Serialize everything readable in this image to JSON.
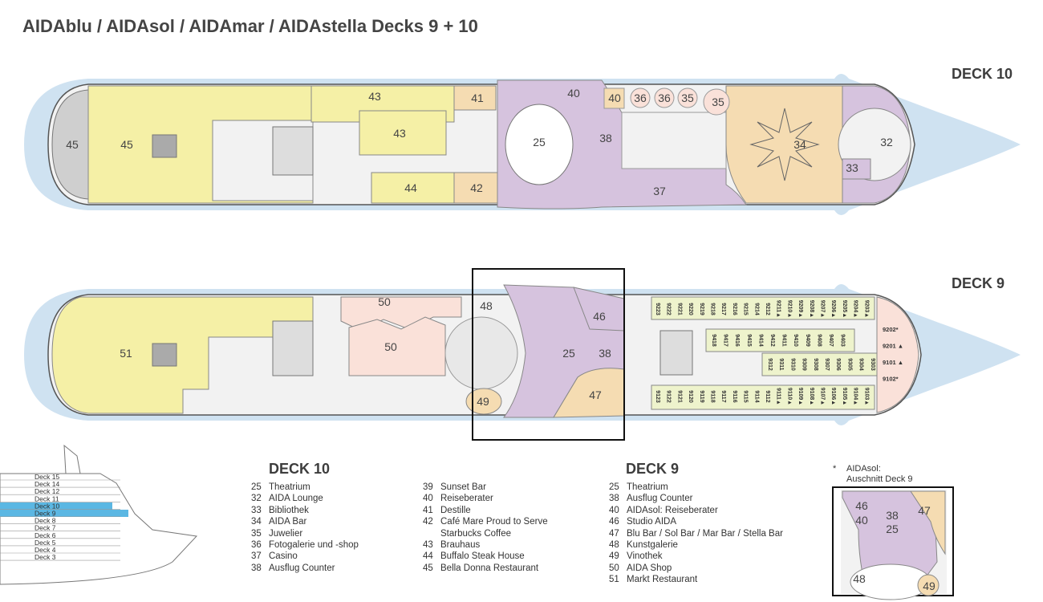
{
  "title": "AIDAblu / AIDAsol / AIDAmar / AIDAstella Decks 9 + 10",
  "decks": {
    "deck10": {
      "label": "DECK 10",
      "areas": [
        "45",
        "45",
        "43",
        "43",
        "41",
        "40",
        "40",
        "36",
        "36",
        "35",
        "35",
        "25",
        "38",
        "34",
        "32",
        "33",
        "37",
        "44",
        "42"
      ]
    },
    "deck9": {
      "label": "DECK 9",
      "areas": [
        "51",
        "50",
        "50",
        "48",
        "46",
        "25",
        "38",
        "49",
        "47"
      ],
      "cabins_top": [
        "9223",
        "9222",
        "9221",
        "9220",
        "9219",
        "9218",
        "9217",
        "9216",
        "9215",
        "9214",
        "9212",
        "9211▲",
        "9210▲",
        "9209▲",
        "9208▲",
        "9207▲",
        "9206▲",
        "9205▲",
        "9204▲",
        "9203▲"
      ],
      "cabins_mid_top": [
        "9418",
        "9417",
        "9416",
        "9415",
        "9414",
        "9412",
        "9411",
        "9410",
        "9409",
        "9408",
        "9407",
        "9403"
      ],
      "cabins_mid_bottom": [
        "9312",
        "9311",
        "9310",
        "9309",
        "9308",
        "9307",
        "9306",
        "9305",
        "9304",
        "9303"
      ],
      "cabins_bottom": [
        "9123",
        "9122",
        "9121",
        "9120",
        "9119",
        "9118",
        "9117",
        "9116",
        "9115",
        "9114",
        "9112",
        "9111▲",
        "9110▲",
        "9109▲",
        "9108▲",
        "9107▲",
        "9106▲",
        "9105▲",
        "9104▲",
        "9103▲"
      ],
      "cabins_bow": [
        "9202*",
        "9201 ▲",
        "9101 ▲",
        "9102*"
      ]
    }
  },
  "side_view": {
    "decks": [
      "Deck 15",
      "Deck 14",
      "Deck 12",
      "Deck 11",
      "Deck 10",
      "Deck 9",
      "Deck 8",
      "Deck 7",
      "Deck 6",
      "Deck 5",
      "Deck 4",
      "Deck 3"
    ],
    "highlighted": [
      "Deck 10",
      "Deck 9"
    ]
  },
  "legend_deck10": {
    "heading": "DECK 10",
    "col1": [
      {
        "num": "25",
        "text": "Theatrium"
      },
      {
        "num": "32",
        "text": "AIDA Lounge"
      },
      {
        "num": "33",
        "text": "Bibliothek"
      },
      {
        "num": "34",
        "text": "AIDA Bar"
      },
      {
        "num": "35",
        "text": "Juwelier"
      },
      {
        "num": "36",
        "text": "Fotogalerie und -shop"
      },
      {
        "num": "37",
        "text": "Casino"
      },
      {
        "num": "38",
        "text": "Ausflug Counter"
      }
    ],
    "col2": [
      {
        "num": "39",
        "text": "Sunset Bar"
      },
      {
        "num": "40",
        "text": "Reiseberater"
      },
      {
        "num": "41",
        "text": "Destille"
      },
      {
        "num": "42",
        "text": "Café Mare Proud to Serve"
      },
      {
        "num": "",
        "text": "Starbucks Coffee"
      },
      {
        "num": "43",
        "text": "Brauhaus"
      },
      {
        "num": "44",
        "text": "Buffalo Steak House"
      },
      {
        "num": "45",
        "text": "Bella Donna Restaurant"
      }
    ]
  },
  "legend_deck9": {
    "heading": "DECK 9",
    "items": [
      {
        "num": "25",
        "text": "Theatrium"
      },
      {
        "num": "38",
        "text": "Ausflug Counter"
      },
      {
        "num": "40",
        "text": "AIDAsol: Reiseberater"
      },
      {
        "num": "46",
        "text": "Studio AIDA"
      },
      {
        "num": "47",
        "text": "Blu Bar / Sol Bar / Mar Bar / Stella Bar"
      },
      {
        "num": "48",
        "text": "Kunstgalerie"
      },
      {
        "num": "49",
        "text": "Vinothek"
      },
      {
        "num": "50",
        "text": "AIDA Shop"
      },
      {
        "num": "51",
        "text": "Markt Restaurant"
      }
    ]
  },
  "inset": {
    "note_star": "*",
    "note_line1": "AIDAsol:",
    "note_line2": "Auschnitt Deck 9",
    "areas": [
      "46",
      "40",
      "38",
      "47",
      "25",
      "48",
      "49"
    ]
  },
  "colors": {
    "water": "#cfe2f1",
    "hull": "#f2f2f2",
    "yellow": "#f5f0a6",
    "purple": "#d6c3de",
    "orange": "#f5dcb2",
    "pink": "#fae1d9",
    "cabin": "#eef3cc",
    "highlight": "#5bb7e3"
  }
}
